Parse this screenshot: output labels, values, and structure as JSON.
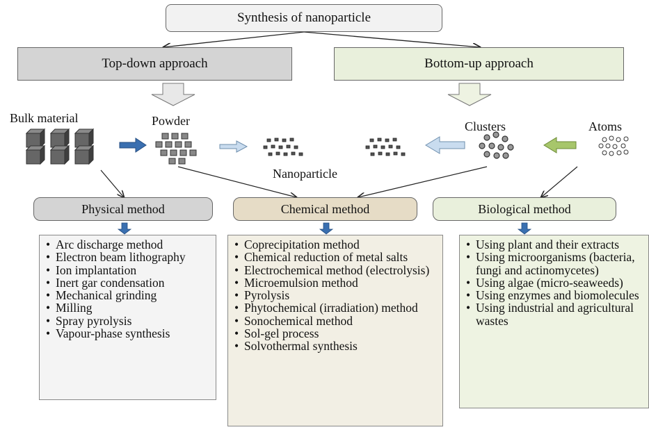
{
  "title": "Synthesis of nanoparticle",
  "approaches": {
    "top_down": "Top-down approach",
    "bottom_up": "Bottom-up approach"
  },
  "labels": {
    "bulk": "Bulk material",
    "powder": "Powder",
    "clusters": "Clusters",
    "atoms": "Atoms",
    "nanoparticle": "Nanoparticle"
  },
  "methods": {
    "physical": "Physical method",
    "chemical": "Chemical method",
    "biological": "Biological method"
  },
  "physical_items": [
    "Arc discharge method",
    "Electron beam lithography",
    "Ion implantation",
    "Inert gar condensation",
    "Mechanical grinding",
    "Milling",
    "Spray pyrolysis",
    "Vapour-phase synthesis"
  ],
  "chemical_items": [
    "Coprecipitation method",
    "Chemical reduction of metal salts",
    "Electrochemical method (electrolysis)",
    "Microemulsion method",
    "Pyrolysis",
    "Phytochemical (irradiation) method",
    "Sonochemical method",
    "Sol-gel process",
    "Solvothermal synthesis"
  ],
  "biological_items": [
    "Using plant and their extracts",
    "Using microorganisms (bacteria, fungi and actinomycetes)",
    "Using algae (micro-seaweeds)",
    "Using enzymes and biomolecules",
    "Using industrial and agricultural wastes"
  ],
  "colors": {
    "gray_box": "#d4d4d4",
    "chem_box": "#e6dcc6",
    "green_box": "#e9f0dc",
    "blue_arrow": "#3a6fb0",
    "light_blue_arrow": "#c9dcef",
    "green_arrow": "#a7c66b"
  }
}
